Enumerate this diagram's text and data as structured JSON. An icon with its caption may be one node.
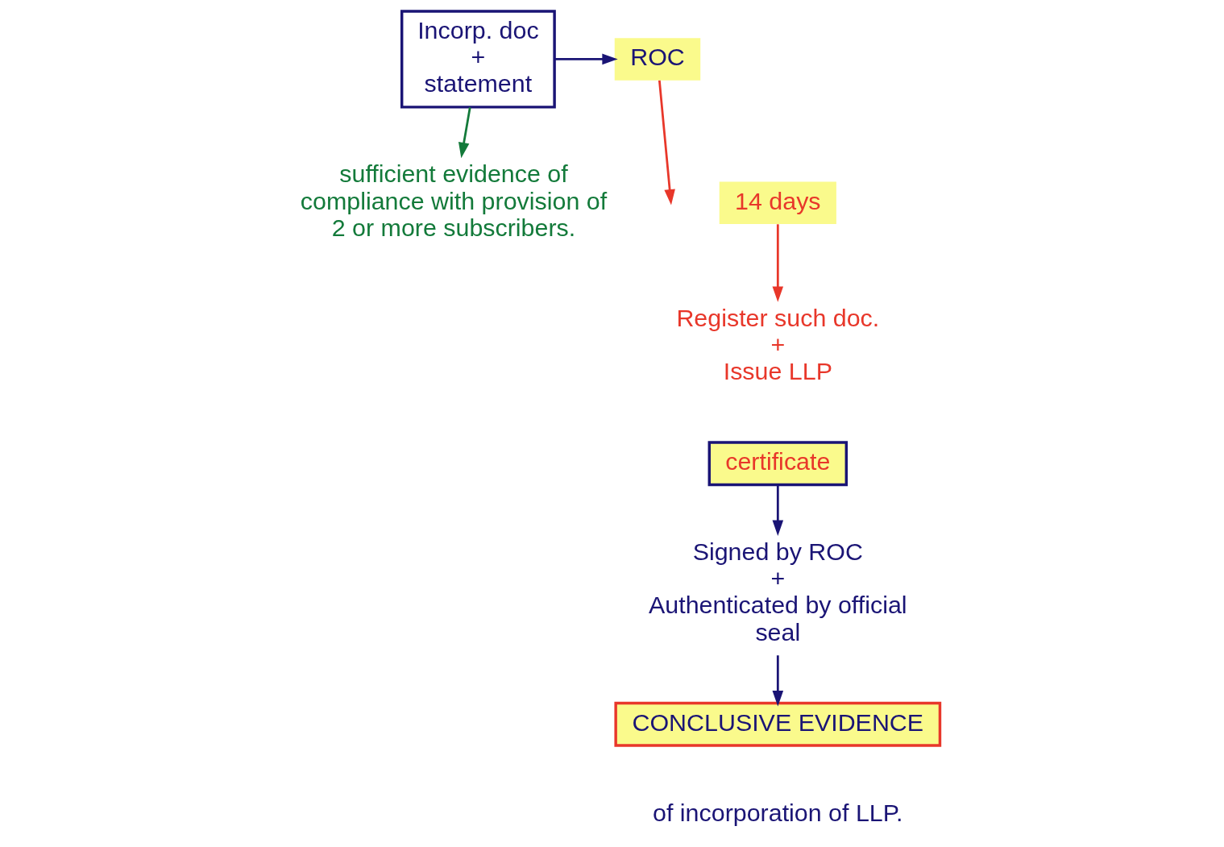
{
  "diagram": {
    "nodes": [
      {
        "text": [
          "Incorp. doc",
          "+",
          "statement"
        ]
      },
      {
        "text": [
          "ROC"
        ]
      },
      {
        "text": [
          "sufficient evidence of compliance with provision of 2 or more subscribers."
        ]
      },
      {
        "text": [
          "14 days"
        ]
      },
      {
        "text": [
          "Register such doc.",
          "+",
          "Issue LLP"
        ]
      },
      {
        "text": [
          "certificate"
        ]
      },
      {
        "text": [
          "Signed by ROC",
          "+",
          "Authenticated by official seal"
        ]
      },
      {
        "text": [
          "CONCLUSIVE EVIDENCE"
        ],
        "beside": [
          "of incorporation of LLP."
        ]
      }
    ],
    "edges": [
      {
        "from": 0,
        "to": 1,
        "arrow": "to"
      },
      {
        "from": 0,
        "to": 2,
        "arrow": "to",
        "color": "#137a3a"
      },
      {
        "from": 1,
        "to": null,
        "arrow": "to",
        "color": "#e8372a"
      },
      {
        "from": 3,
        "to": 4,
        "arrow": "to",
        "color": "#e8372a"
      },
      {
        "from": 5,
        "to": 6,
        "arrow": "to"
      },
      {
        "from": 6,
        "to": 7,
        "arrow": "to"
      }
    ]
  }
}
